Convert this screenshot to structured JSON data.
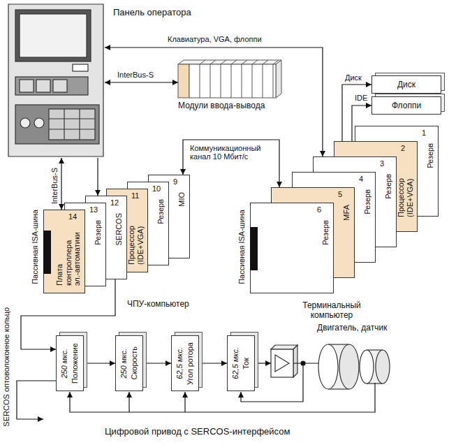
{
  "diagram": {
    "nodes": [
      {
        "text": [
          "Панель оператора"
        ]
      },
      {
        "text": [
          "Модули ввода-вывода"
        ]
      },
      {
        "text": [
          "Диск"
        ]
      },
      {
        "text": [
          "Флоппи"
        ]
      },
      {
        "text": [
          "Плата контроллера эл.-автоматики"
        ]
      },
      {
        "text": [
          "Резерв"
        ]
      },
      {
        "text": [
          "SERCOS"
        ]
      },
      {
        "text": [
          "Процессор (IDE+VGA)"
        ]
      },
      {
        "text": [
          "Резерв"
        ]
      },
      {
        "text": [
          "MIO"
        ]
      },
      {
        "text": [
          "Резерв"
        ]
      },
      {
        "text": [
          "MFA"
        ]
      },
      {
        "text": [
          "Резерв"
        ]
      },
      {
        "text": [
          "Резерв"
        ]
      },
      {
        "text": [
          "Процессор (IDE+VGA)"
        ]
      },
      {
        "text": [
          "Резерв"
        ]
      },
      {
        "text": [
          "250 мкс.",
          "Положение"
        ]
      },
      {
        "text": [
          "250 мкс.",
          "Скорость"
        ]
      },
      {
        "text": [
          "62,5 мкс.",
          "Угол ротора"
        ]
      },
      {
        "text": [
          "62,5 мкс.",
          "Ток"
        ]
      },
      {
        "text": [
          "Двигатель, датчик"
        ]
      }
    ],
    "edges": [
      {
        "from": 0,
        "to": 1,
        "arrow": "both",
        "label": "InterBus-S"
      },
      {
        "from": 0,
        "to": 13,
        "arrow": "both",
        "label": "Клавиатура, VGA, флоппи"
      },
      {
        "from": 14,
        "to": 2,
        "arrow": "to",
        "label": "Диск"
      },
      {
        "from": 14,
        "to": 3,
        "arrow": "to",
        "label": "IDE"
      },
      {
        "from": 9,
        "to": 11,
        "arrow": "both",
        "label": "Коммуникационный канал 10 Мбит/с"
      },
      {
        "from": 0,
        "to": 4,
        "arrow": "both",
        "label": "InterBus-S"
      },
      {
        "from": 0,
        "to": 6,
        "arrow": "to"
      },
      {
        "from": 6,
        "to": 16,
        "arrow": "to"
      },
      {
        "from": 16,
        "to": 17,
        "arrow": "to"
      },
      {
        "from": 17,
        "to": 18,
        "arrow": "to"
      },
      {
        "from": 18,
        "to": 19,
        "arrow": "to"
      }
    ],
    "labels": [
      "14",
      "13",
      "12",
      "11",
      "10",
      "9",
      "6",
      "5",
      "4",
      "3",
      "2",
      "1",
      "Пассивная ISA-шина",
      "Пассивная ISA-шина",
      "ЧПУ-компьютер",
      "Терминальный компьютер",
      "SERCOS оптоволоконное кольцо",
      "Цифровой привод с SERCOS-интерфейсом"
    ]
  }
}
